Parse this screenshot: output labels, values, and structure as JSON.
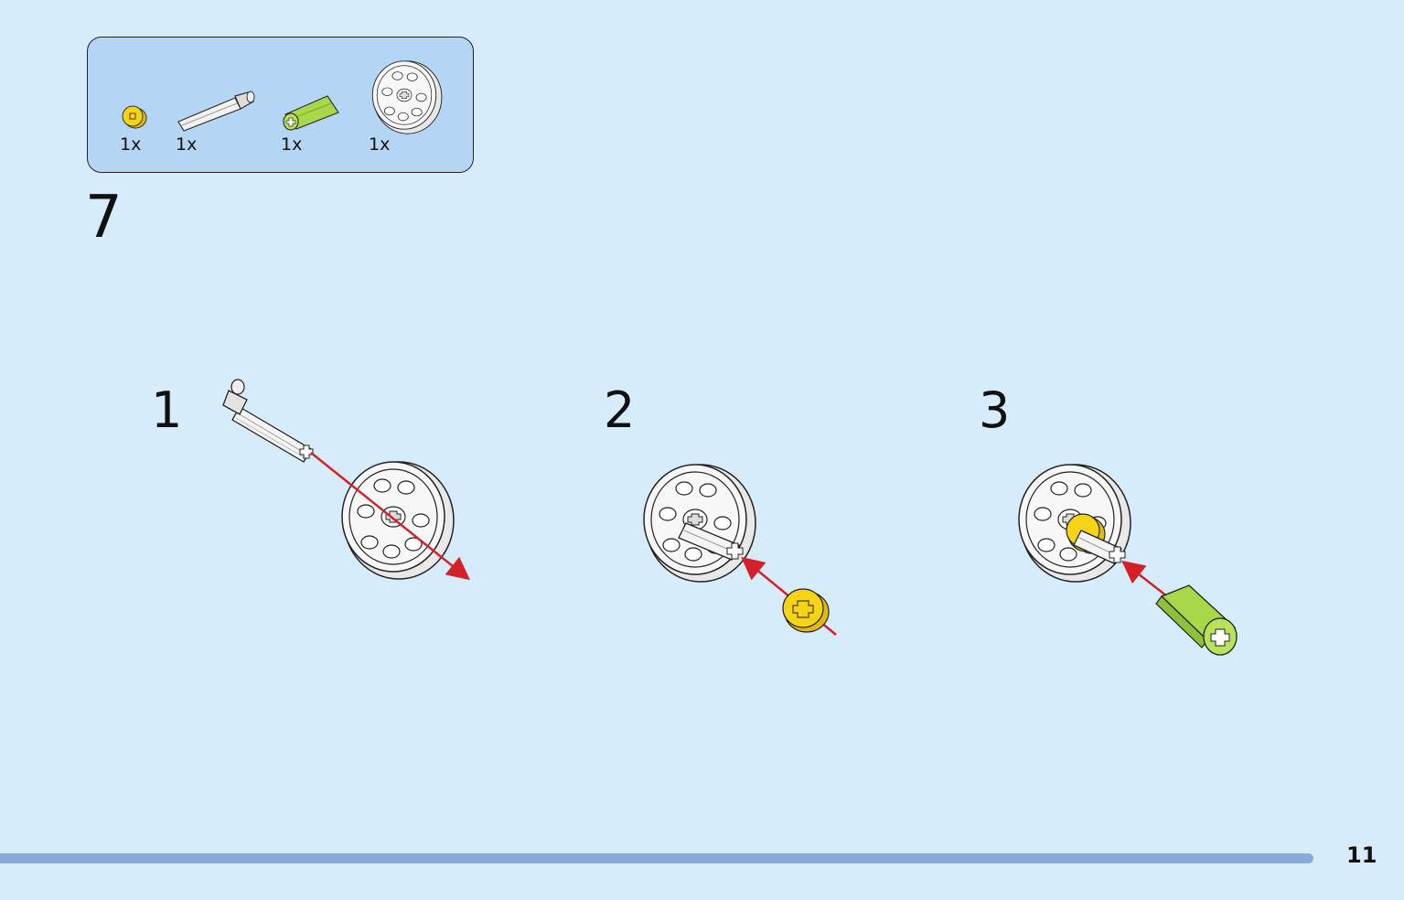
{
  "parts_list": {
    "items": [
      {
        "name": "yellow-bush",
        "quantity": "1x",
        "color": "#f5d316"
      },
      {
        "name": "grey-axle-pin",
        "quantity": "1x",
        "color": "#e6e6e6"
      },
      {
        "name": "lime-axle-connector",
        "quantity": "1x",
        "color": "#a8d84a"
      },
      {
        "name": "white-wheel",
        "quantity": "1x",
        "color": "#f4f4f4"
      }
    ]
  },
  "step": {
    "number": "7",
    "substeps": [
      {
        "label": "1"
      },
      {
        "label": "2"
      },
      {
        "label": "3"
      }
    ]
  },
  "colors": {
    "background": "#d6ecfb",
    "parts_box": "#b4d6f4",
    "arrow": "#d42027",
    "footer_bar": "#8aa9d8"
  },
  "page": {
    "number": "11"
  }
}
